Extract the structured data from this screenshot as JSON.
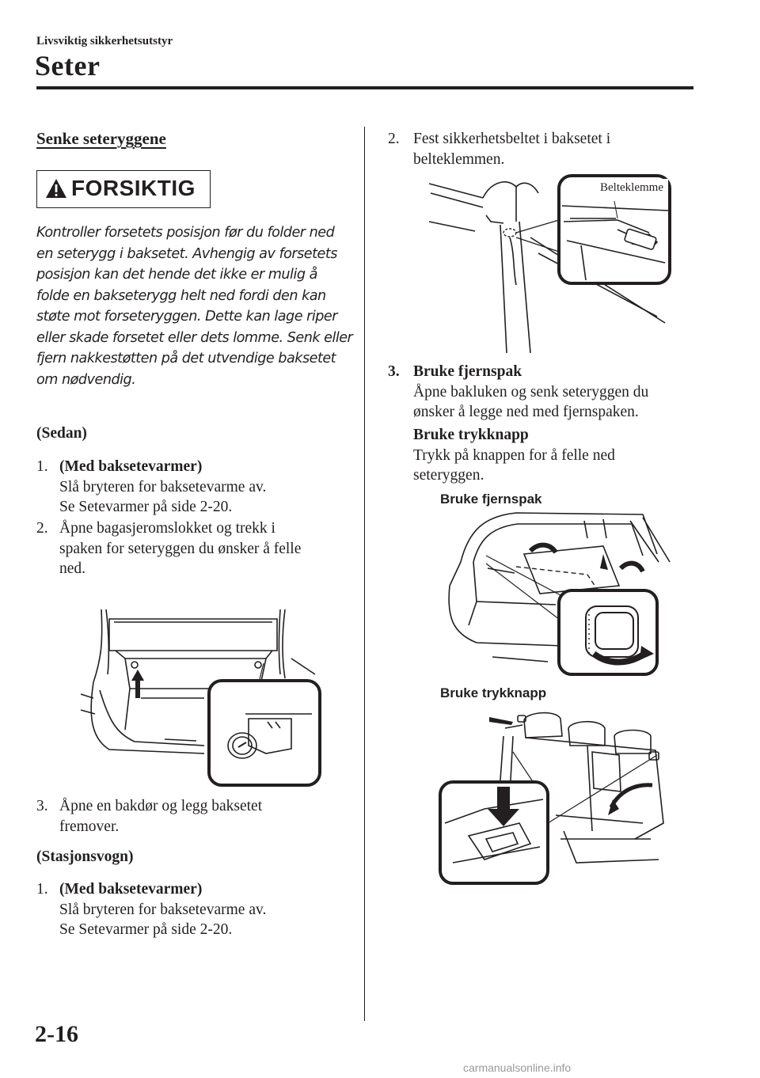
{
  "header": {
    "breadcrumb": "Livsviktig sikkerhetsutstyr",
    "title": "Seter"
  },
  "section_title": "Senke seteryggene",
  "caution": {
    "label": "FORSIKTIG",
    "text": "Kontroller forsetets posisjon før du folder ned en seterygg i baksetet. Avhengig av forsetets posisjon kan det hende det ikke er mulig å folde en bakseterygg helt ned fordi den kan støte mot forseteryggen. Dette kan lage riper eller skade forsetet eller dets lomme. Senk eller fjern nakkestøtten på det utvendige baksetet om nødvendig."
  },
  "sedan": {
    "heading": "(Sedan)",
    "step1": {
      "num": "1.",
      "title": "(Med baksetevarmer)",
      "line1": "Slå bryteren for baksetevarme av.",
      "line2": "Se Setevarmer på side 2-20."
    },
    "step2": {
      "num": "2.",
      "line1": "Åpne bagasjeromslokket og trekk i",
      "line2": "spaken for seteryggen du ønsker å felle",
      "line3": "ned."
    },
    "step3": {
      "num": "3.",
      "line1": "Åpne en bakdør og legg baksetet",
      "line2": "fremover."
    }
  },
  "wagon": {
    "heading": "(Stasjonsvogn)",
    "step1": {
      "num": "1.",
      "title": "(Med baksetevarmer)",
      "line1": "Slå bryteren for baksetevarme av.",
      "line2": "Se Setevarmer på side 2-20."
    },
    "step2": {
      "num": "2.",
      "line1": "Fest sikkerhetsbeltet i baksetet i",
      "line2": "belteklemmen."
    },
    "figure_belt_label": "Belteklemme",
    "step3": {
      "num": "3.",
      "title_a": "Bruke fjernspak",
      "line_a1": "Åpne bakluken og senk seteryggen du",
      "line_a2": "ønsker å legge ned med fjernspaken.",
      "title_b": "Bruke trykknapp",
      "line_b1": "Trykk på knappen for å felle ned",
      "line_b2": "seteryggen."
    },
    "figure_label_remote": "Bruke fjernspak",
    "figure_label_button": "Bruke trykknapp"
  },
  "footer": {
    "page_number": "2-16",
    "watermark": "carmanualsonline.info"
  }
}
